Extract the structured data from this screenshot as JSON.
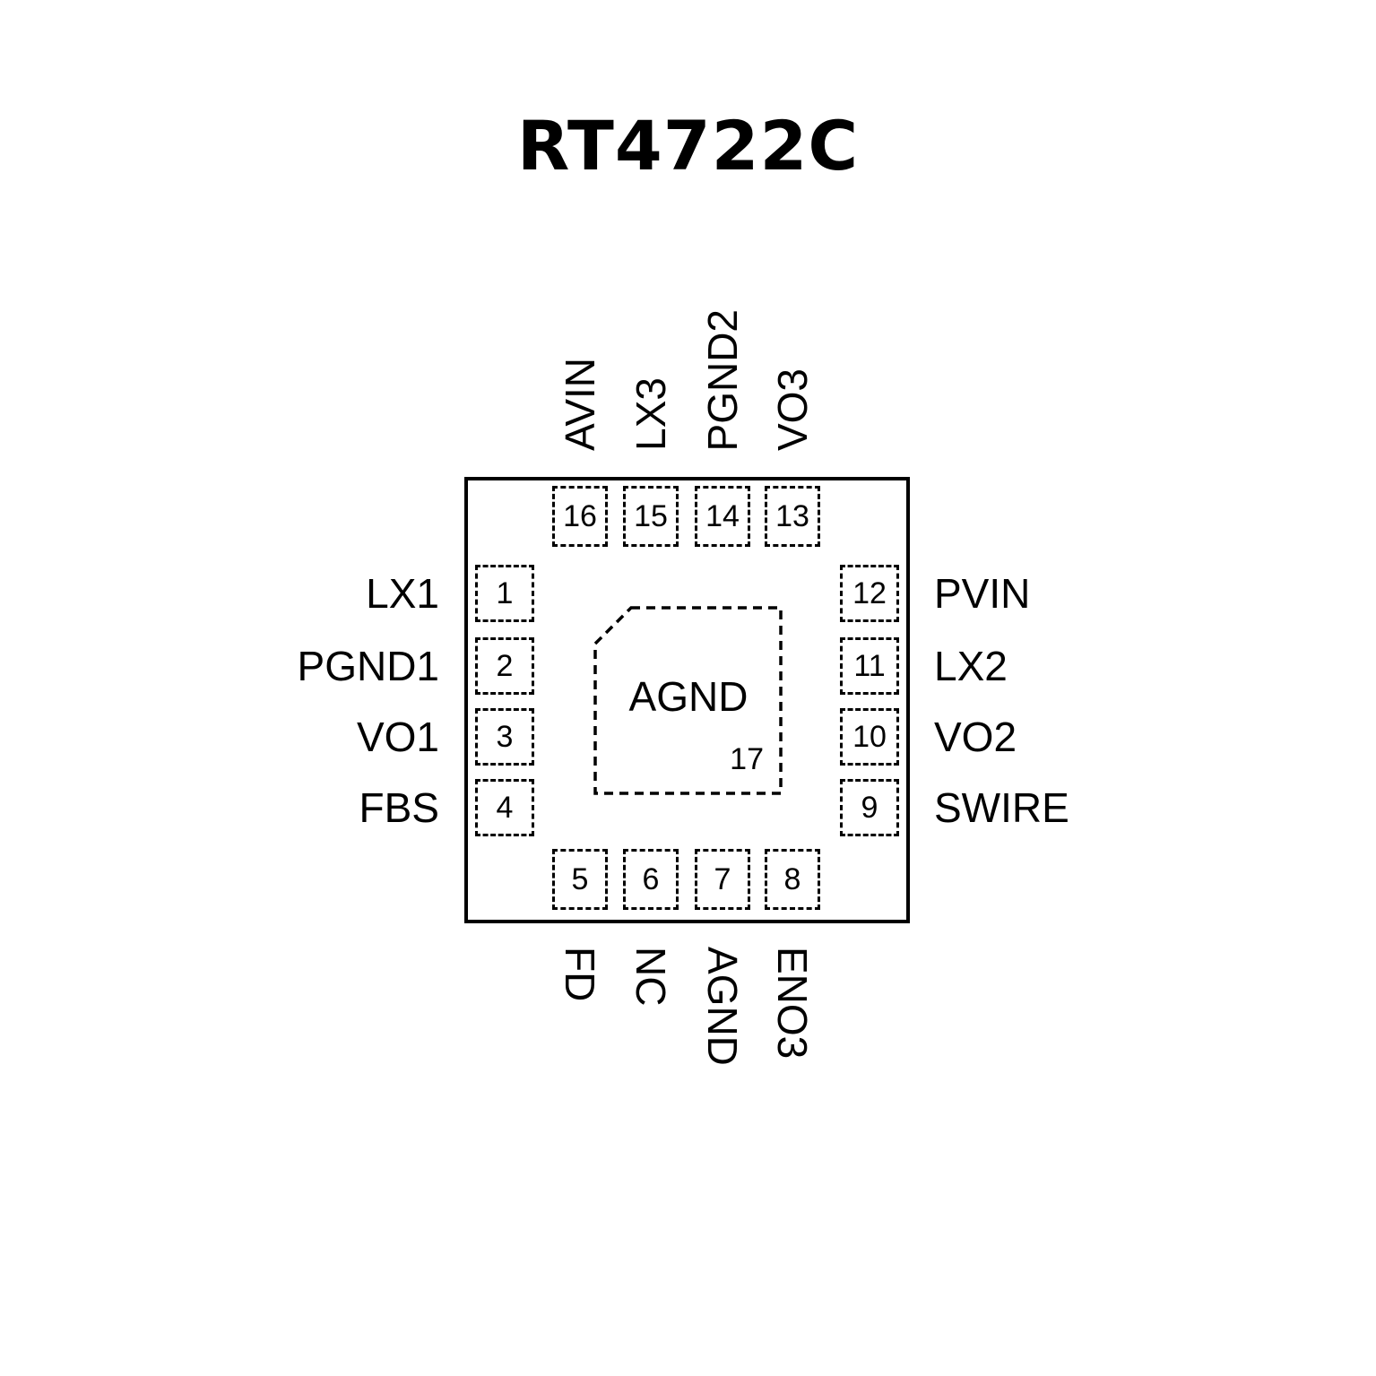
{
  "title": "RT4722C",
  "chip": {
    "package_outline": "square",
    "center_pad": {
      "number": "17",
      "label": "AGND"
    }
  },
  "pins": {
    "top": [
      {
        "number": "16",
        "label": "AVIN"
      },
      {
        "number": "15",
        "label": "LX3"
      },
      {
        "number": "14",
        "label": "PGND2"
      },
      {
        "number": "13",
        "label": "VO3"
      }
    ],
    "left": [
      {
        "number": "1",
        "label": "LX1"
      },
      {
        "number": "2",
        "label": "PGND1"
      },
      {
        "number": "3",
        "label": "VO1"
      },
      {
        "number": "4",
        "label": "FBS"
      }
    ],
    "right": [
      {
        "number": "12",
        "label": "PVIN"
      },
      {
        "number": "11",
        "label": "LX2"
      },
      {
        "number": "10",
        "label": "VO2"
      },
      {
        "number": "9",
        "label": "SWIRE"
      }
    ],
    "bottom": [
      {
        "number": "5",
        "label": "FD"
      },
      {
        "number": "6",
        "label": "NC"
      },
      {
        "number": "7",
        "label": "AGND"
      },
      {
        "number": "8",
        "label": "ENO3"
      }
    ]
  },
  "colors": {
    "line": "#000000",
    "background": "#ffffff"
  }
}
